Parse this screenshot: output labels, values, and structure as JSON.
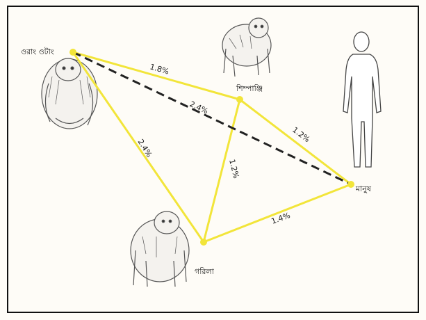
{
  "colors": {
    "edge_solid": "#f2e53a",
    "edge_dashed": "#222222",
    "node": "#f2e53a",
    "frame_bg": "#fefcf7",
    "frame_border": "#111111",
    "sketch": "#555555"
  },
  "nodes": {
    "orangutan": {
      "label": "ওরাং ওটাং",
      "icon": "orangutan-sketch-icon"
    },
    "chimpanzee": {
      "label": "শিম্পাঞ্জি",
      "icon": "chimpanzee-sketch-icon"
    },
    "human": {
      "label": "মানুষ",
      "icon": "human-outline-icon"
    },
    "gorilla": {
      "label": "গরিলা",
      "icon": "gorilla-sketch-icon"
    }
  },
  "edges": {
    "orangutan_chimpanzee": {
      "label": "1.8%",
      "style": "solid"
    },
    "orangutan_human": {
      "label": "2.4%",
      "style": "dashed"
    },
    "orangutan_gorilla": {
      "label": "2.4%",
      "style": "solid"
    },
    "chimpanzee_human": {
      "label": "1.2%",
      "style": "solid"
    },
    "chimpanzee_gorilla": {
      "label": "1.2%",
      "style": "solid"
    },
    "gorilla_human": {
      "label": "1.4%",
      "style": "solid"
    }
  }
}
